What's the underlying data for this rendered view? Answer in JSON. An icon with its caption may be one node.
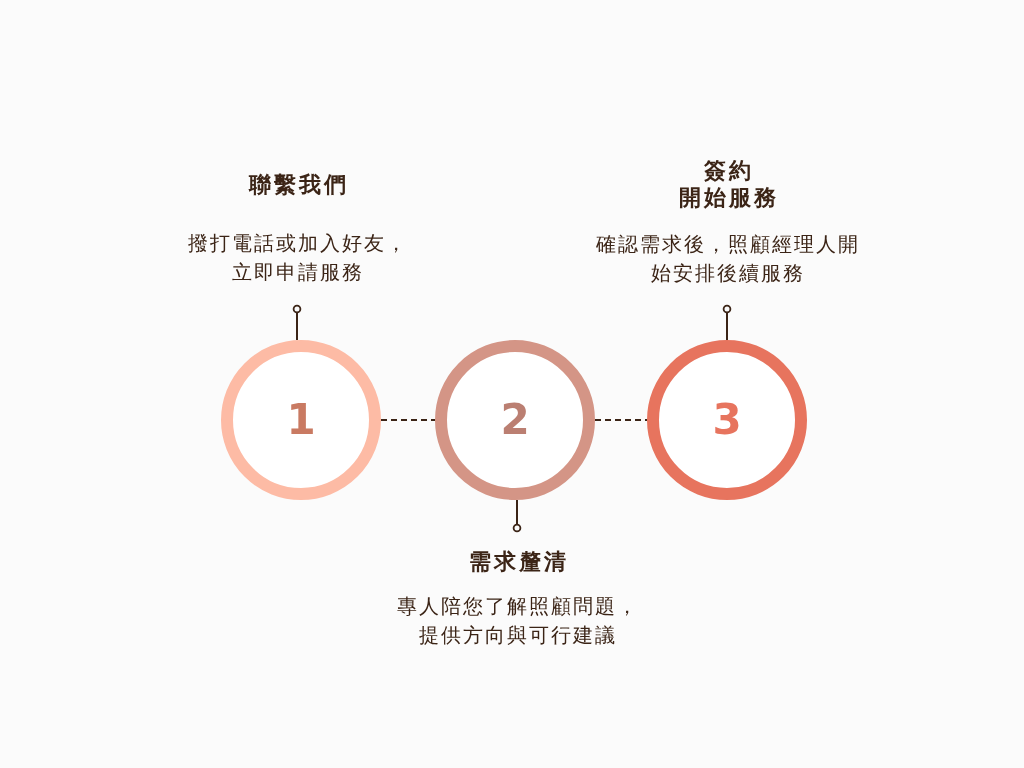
{
  "diagram": {
    "nodes": [
      {
        "text": [
          "聯繫我們",
          "撥打電話或加入好友，立即申請服務"
        ]
      },
      {
        "text": [
          "簽約開始服務",
          "確認需求後，照顧經理人開始安排後續服務"
        ]
      },
      {
        "text": [
          "1"
        ]
      },
      {
        "text": [
          "2"
        ]
      },
      {
        "text": [
          "3"
        ]
      },
      {
        "text": [
          "需求釐清",
          "專人陪您了解照顧問題，提供方向與可行建議"
        ]
      }
    ],
    "edges": [
      {
        "from": 0,
        "to": 2,
        "arrow": "other"
      },
      {
        "from": 2,
        "to": 3,
        "arrow": "none",
        "style": "dashed"
      },
      {
        "from": 5,
        "to": 3,
        "arrow": "other"
      },
      {
        "from": 3,
        "to": 4,
        "arrow": "none",
        "style": "dashed"
      },
      {
        "from": 1,
        "to": 4,
        "arrow": "other"
      }
    ]
  }
}
